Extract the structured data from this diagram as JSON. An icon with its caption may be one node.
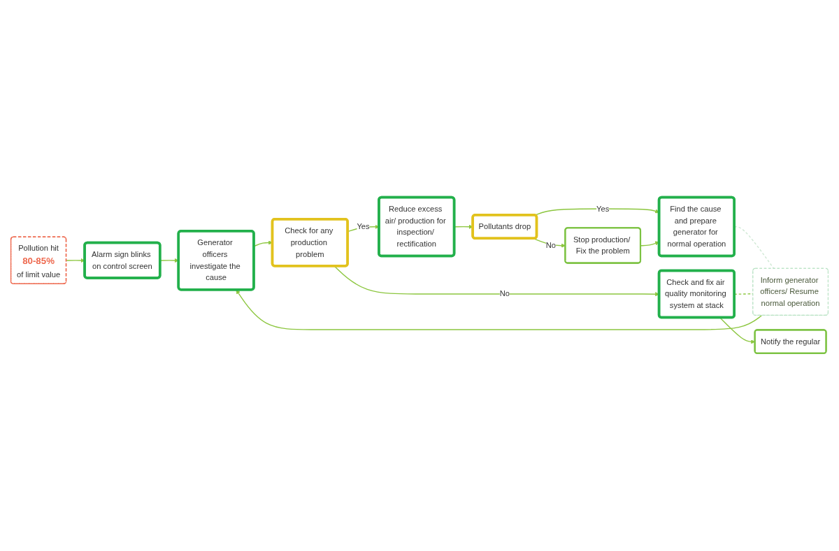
{
  "diagram": {
    "nodes": [
      {
        "text": [
          "Pollution hit",
          "80-85%",
          "of limit value"
        ]
      },
      {
        "text": [
          "Alarm sign blinks on control screen"
        ]
      },
      {
        "text": [
          "Generator officers investigate the cause"
        ]
      },
      {
        "text": [
          "Inform generator officers/ Resume normal operation"
        ]
      },
      {
        "text": [
          "Check for any production problem"
        ]
      },
      {
        "text": [
          "Reduce excess air/ production for inspection/ rectification"
        ]
      },
      {
        "text": [
          "Pollutants drop"
        ]
      },
      {
        "text": [
          "Find the cause and prepare generator for normal operation"
        ]
      },
      {
        "text": [
          "Notify the regular"
        ]
      },
      {
        "text": [
          "Check and fix air quality monitoring system at stack"
        ]
      },
      {
        "text": [
          "Stop production/ Fix the problem"
        ]
      }
    ],
    "edges": [
      {
        "from": 0,
        "to": 1,
        "arrow": "to"
      },
      {
        "from": 1,
        "to": 2,
        "arrow": "to"
      },
      {
        "from": 3,
        "to": 2,
        "arrow": "to"
      },
      {
        "from": 2,
        "to": 4,
        "arrow": "to"
      },
      {
        "from": 4,
        "to": 5,
        "arrow": "to",
        "label": "Yes"
      },
      {
        "from": 5,
        "to": 6,
        "arrow": "to"
      },
      {
        "from": 6,
        "to": 7,
        "arrow": "to",
        "label": "Yes"
      },
      {
        "from": 4,
        "to": 9,
        "arrow": "to",
        "label": "No"
      },
      {
        "from": 6,
        "to": 10,
        "arrow": "to",
        "label": "No"
      },
      {
        "from": 10,
        "to": 7,
        "arrow": "to"
      },
      {
        "from": 9,
        "to": 8,
        "arrow": "to"
      },
      {
        "from": 7,
        "to": 3,
        "arrow": "none",
        "style": "dashed",
        "color": "#cfe8d4"
      },
      {
        "from": 9,
        "to": 3,
        "arrow": "none",
        "style": "dashed"
      }
    ]
  }
}
